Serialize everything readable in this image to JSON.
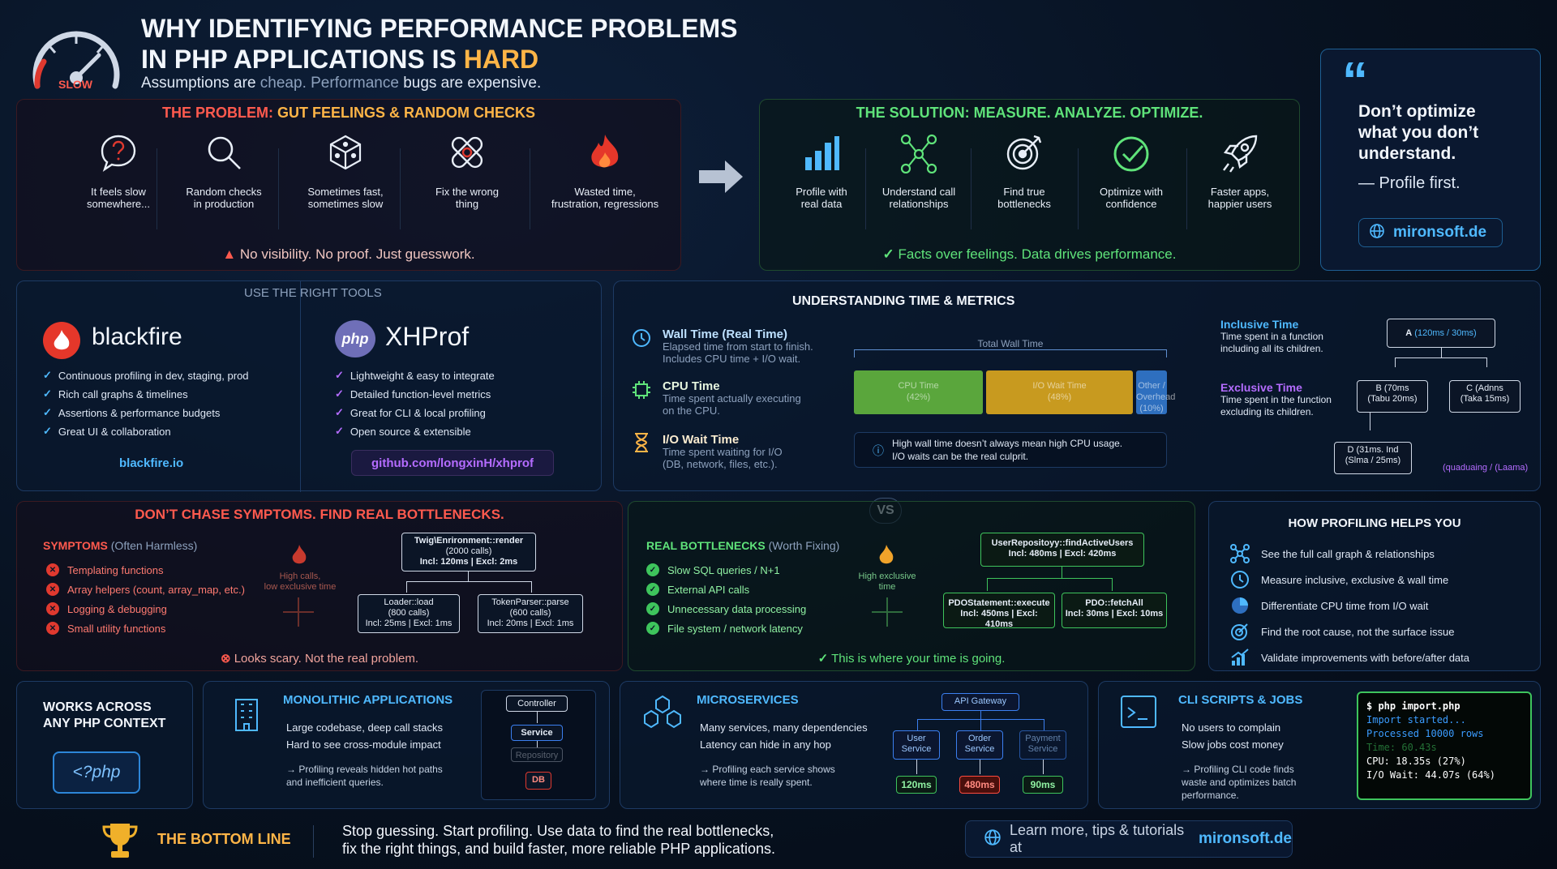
{
  "header": {
    "gauge_label": "SLOW",
    "title_line1": "WHY IDENTIFYING PERFORMANCE PROBLEMS",
    "title_line2_prefix": "IN PHP APPLICATIONS IS",
    "title_line2_hard": "HARD",
    "sub_a": "Assumptions are",
    "sub_b": "cheap.",
    "sub_c": "Performance",
    "sub_d": "bugs are expensive."
  },
  "problem": {
    "heading_red": "THE PROBLEM:",
    "heading_orange": "GUT FEELINGS & RANDOM CHECKS",
    "items": [
      {
        "icon": "question-bubble-icon",
        "l1": "It feels slow",
        "l2": "somewhere..."
      },
      {
        "icon": "magnifier-icon",
        "l1": "Random checks",
        "l2": "in production"
      },
      {
        "icon": "dice-icon",
        "l1": "Sometimes fast,",
        "l2": "sometimes slow"
      },
      {
        "icon": "bandage-icon",
        "l1": "Fix the wrong",
        "l2": "thing"
      },
      {
        "icon": "flame-icon",
        "l1": "Wasted time,",
        "l2": "frustration, regressions"
      }
    ],
    "footer": "No visibility. No proof. Just guesswork."
  },
  "solution": {
    "heading": "THE SOLUTION: MEASURE. ANALYZE. OPTIMIZE.",
    "items": [
      {
        "icon": "bar-chart-icon",
        "l1": "Profile with",
        "l2": "real data"
      },
      {
        "icon": "graph-nodes-icon",
        "l1": "Understand call",
        "l2": "relationships"
      },
      {
        "icon": "target-icon",
        "l1": "Find true",
        "l2": "bottlenecks"
      },
      {
        "icon": "check-circle-icon",
        "l1": "Optimize with",
        "l2": "confidence"
      },
      {
        "icon": "rocket-icon",
        "l1": "Faster apps,",
        "l2": "happier users"
      }
    ],
    "footer": "Facts over feelings. Data drives performance."
  },
  "quote": {
    "mark": "“",
    "l1": "Don’t optimize",
    "l2": "what you don’t",
    "l3": "understand.",
    "sig": "— Profile first.",
    "link": "mironsoft.de"
  },
  "tools": {
    "heading": "USE THE RIGHT TOOLS",
    "blackfire": {
      "name": "blackfire",
      "items": [
        "Continuous profiling in dev, staging, prod",
        "Rich call graphs & timelines",
        "Assertions & performance budgets",
        "Great UI & collaboration"
      ],
      "link": "blackfire.io"
    },
    "xhprof": {
      "logo": "php",
      "name": "XHProf",
      "items": [
        "Lightweight & easy to integrate",
        "Detailed function-level metrics",
        "Great for CLI & local profiling",
        "Open source & extensible"
      ],
      "link": "github.com/longxinH/xhprof"
    }
  },
  "metrics": {
    "heading": "UNDERSTANDING TIME & METRICS",
    "wall": {
      "title": "Wall Time (Real Time)",
      "l1": "Elapsed time from start to finish.",
      "l2": "Includes CPU time + I/O wait."
    },
    "cpu": {
      "title": "CPU Time",
      "l1": "Time spent actually executing",
      "l2": "on the CPU."
    },
    "io": {
      "title": "I/O Wait Time",
      "l1": "Time spent waiting for I/O",
      "l2": "(DB, network, files, etc.)."
    },
    "total_label": "Total Wall Time",
    "bars": [
      {
        "label": "CPU Time",
        "pct": "(42%)",
        "value": 42,
        "color": "#5aa63c"
      },
      {
        "label": "I/O Wait Time",
        "pct": "(48%)",
        "value": 48,
        "color": "#c89a1f"
      },
      {
        "label": "Other / Overhead",
        "pct": "(10%)",
        "value": 10,
        "color": "#2e6fbf"
      }
    ],
    "note_l1": "High wall time doesn’t always mean high CPU usage.",
    "note_l2": "I/O waits can be the real culprit.",
    "inclusive": {
      "title": "Inclusive Time",
      "l1": "Time spent in a function",
      "l2": "including all its children."
    },
    "exclusive": {
      "title": "Exclusive Time",
      "l1": "Time spent in the function",
      "l2": "excluding its children."
    },
    "tree": {
      "a_name": "A",
      "a_val": "(120ms / 30ms)",
      "b_l1": "B (70ms",
      "b_l2": "(Tabu 20ms)",
      "c_l1": "C (Adnns",
      "c_l2": "(Taka 15ms)",
      "d_l1": "D (31ms. Ind",
      "d_l2": "(Slma / 25ms)",
      "legend": "(quaduaing / (Laama)"
    }
  },
  "symptoms": {
    "heading": "DON’T CHASE SYMPTOMS. FIND REAL BOTTLENECKS.",
    "sub_a": "SYMPTOMS",
    "sub_b": "(Often Harmless)",
    "items": [
      "Templating functions",
      "Array helpers (count, array_map, etc.)",
      "Logging & debugging",
      "Small utility functions"
    ],
    "flame_l1": "High calls,",
    "flame_l2": "low exclusive time",
    "root_l1": "Twig\\Enrironment::render",
    "root_l2": "(2000 calls)",
    "root_l3": "Incl: 120ms | Excl: 2ms",
    "left_l1": "Loader::load",
    "left_l2": "(800 calls)",
    "left_l3": "Incl: 25ms | Excl: 1ms",
    "right_l1": "TokenParser::parse",
    "right_l2": "(600 calls)",
    "right_l3": "Incl: 20ms | Excl: 1ms",
    "footer": "Looks scary. Not the real problem."
  },
  "vs": "VS",
  "bottlenecks": {
    "sub_a": "REAL BOTTLENECKS",
    "sub_b": "(Worth Fixing)",
    "items": [
      "Slow SQL queries / N+1",
      "External API calls",
      "Unnecessary data processing",
      "File system / network latency"
    ],
    "flame_l1": "High exclusive",
    "flame_l2": "time",
    "root_l1": "UserRepositoyy::findActiveUsers",
    "root_l2": "Incl: 480ms | Excl: 420ms",
    "left_l1": "PDOStatement::execute",
    "left_l2": "Incl: 450ms | Excl: 410ms",
    "right_l1": "PDO::fetchAll",
    "right_l2": "Incl: 30ms | Excl: 10ms",
    "footer": "This is where your time is going."
  },
  "helps": {
    "heading": "HOW PROFILING HELPS YOU",
    "items": [
      {
        "icon": "network-icon",
        "text": "See the full call graph & relationships"
      },
      {
        "icon": "clock-icon",
        "text": "Measure inclusive, exclusive & wall time"
      },
      {
        "icon": "pie-chart-icon",
        "text": "Differentiate CPU time from I/O wait"
      },
      {
        "icon": "crosshair-icon",
        "text": "Find the root cause, not the surface issue"
      },
      {
        "icon": "trend-chart-icon",
        "text": "Validate improvements with before/after data"
      }
    ]
  },
  "contexts": {
    "l1": "WORKS ACROSS",
    "l2": "ANY PHP CONTEXT",
    "logo": "<?php",
    "mono": {
      "title": "MONOLITHIC APPLICATIONS",
      "l1": "Large codebase, deep call stacks",
      "l2": "Hard to see cross-module impact",
      "n1": "→ Profiling reveals hidden hot paths",
      "n2": "and inefficient queries.",
      "d_controller": "Controller",
      "d_service": "Service",
      "d_repo": "Repository",
      "d_db": "DB"
    },
    "micro": {
      "title": "MICROSERVICES",
      "l1": "Many services, many dependencies",
      "l2": "Latency can hide in any hop",
      "n1": "→ Profiling each service shows",
      "n2": "where time is really spent.",
      "gateway": "API Gateway",
      "services": [
        {
          "l1": "User",
          "l2": "Service",
          "ms": "120ms",
          "color": "#3ec45c"
        },
        {
          "l1": "Order",
          "l2": "Service",
          "ms": "480ms",
          "color": "#ff4b3e"
        },
        {
          "l1": "Payment",
          "l2": "Service",
          "ms": "90ms",
          "color": "#3ec45c"
        }
      ]
    },
    "cli": {
      "title": "CLI SCRIPTS & JOBS",
      "l1": "No users to complain",
      "l2": "Slow jobs cost money",
      "n1": "→ Profiling CLI code finds",
      "n2": "waste and optimizes batch",
      "n3": "performance.",
      "term": [
        "$ php import.php",
        "Import started...",
        "Processed 10000 rows",
        "Time: 60.43s",
        "CPU: 18.35s (27%)",
        "I/O Wait: 44.07s (64%)"
      ]
    }
  },
  "bottom": {
    "label": "THE BOTTOM LINE",
    "l1": "Stop guessing. Start profiling. Use data to find the real bottlenecks,",
    "l2": "fix the right things, and build faster, more reliable PHP applications.",
    "learn": "Learn more, tips & tutorials at",
    "learn_link": "mironsoft.de"
  }
}
